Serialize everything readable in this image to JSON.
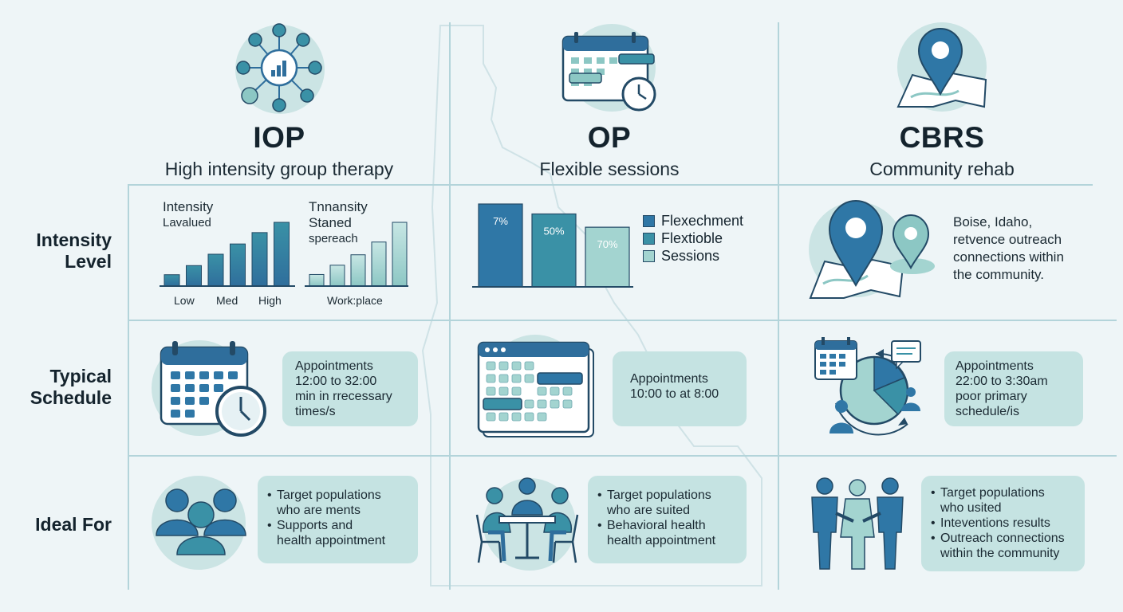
{
  "columns": [
    {
      "abbr": "IOP",
      "subtitle": "High intensity group therapy"
    },
    {
      "abbr": "OP",
      "subtitle": "Flexible sessions"
    },
    {
      "abbr": "CBRS",
      "subtitle": "Community rehab"
    }
  ],
  "rows": {
    "intensity": {
      "l1": "Intensity",
      "l2": "Level"
    },
    "schedule": {
      "l1": "Typical",
      "l2": "Schedule"
    },
    "ideal": {
      "l1": "Ideal For"
    }
  },
  "iop_intensity": {
    "chart1": {
      "title1": "Intensity",
      "title2": "Lavalued",
      "tick_labels": [
        "Low",
        "Med",
        "High"
      ],
      "values": [
        1,
        1.8,
        2.8,
        3.7,
        4.7,
        5.6
      ]
    },
    "chart2": {
      "title1": "Tnnansity",
      "title2": "Staned",
      "title3": "spereach",
      "xlabel": "Work:place",
      "values": [
        1,
        1.8,
        2.7,
        3.8,
        5.5
      ]
    }
  },
  "op_intensity": {
    "bar_labels": [
      "7%",
      "50%",
      "70%"
    ],
    "values": [
      100,
      88,
      72
    ],
    "legend": [
      "Flexechment",
      "Flextioble",
      "Sessions"
    ],
    "colors": [
      "#2f77a6",
      "#3a91a6",
      "#a3d4d0"
    ]
  },
  "cbrs_intensity": {
    "lines": [
      "Boise, Idaho,",
      "retvence outreach",
      "connections within",
      "the community."
    ]
  },
  "schedule": {
    "iop": {
      "lines": [
        "Appointments",
        "12:00 to 32:00",
        "min in rrecessary",
        "times/s"
      ]
    },
    "op": {
      "lines": [
        "Appointments",
        "10:00 to at 8:00"
      ]
    },
    "cbrs": {
      "lines": [
        "Appointments",
        "22:00 to 3:30am",
        "poor primary",
        "schedule/is"
      ]
    }
  },
  "ideal": {
    "iop": {
      "items": [
        [
          "Target populations",
          "who are ments"
        ],
        [
          "Supports and",
          "health appointment"
        ]
      ]
    },
    "op": {
      "items": [
        [
          "Target populations",
          "who are suited"
        ],
        [
          "Behavioral health",
          "health appointment"
        ]
      ]
    },
    "cbrs": {
      "items": [
        [
          "Target populations",
          "who usited"
        ],
        [
          "Inteventions results"
        ],
        [
          "Outreach connections",
          "within the community"
        ]
      ]
    }
  },
  "icon_names": [
    "network-icon",
    "calendar-clock-icon",
    "map-pin-icon",
    "calendar-icon",
    "schedule-window-icon",
    "cycle-schedule-icon",
    "group-icon",
    "table-meeting-icon",
    "community-people-icon"
  ],
  "colors": {
    "background": "#eef5f7",
    "panel": "#c5e3e2",
    "dark_blue": "#2f6e9c",
    "teal": "#3a91a6",
    "light_teal": "#a3d4d0"
  }
}
